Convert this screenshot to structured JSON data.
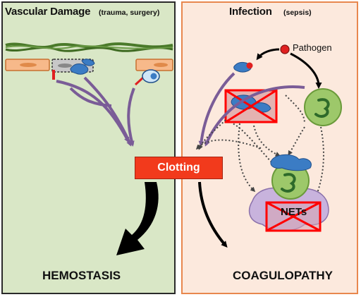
{
  "vascular_damage": {
    "title": "Vascular Damage",
    "subtitle": "(trauma, surgery)",
    "outcome": "HEMOSTASIS"
  },
  "infection": {
    "title": "Infection",
    "subtitle": "(sepsis)",
    "pathogen_label": "Pathogen",
    "net_label": "NETs",
    "outcome": "COAGULOPATHY"
  },
  "clotting": {
    "label": "Clotting"
  },
  "colors": {
    "left_panel": "#d9e7c6",
    "right_panel": "#fce9dd",
    "clotting": "#f23a1c",
    "pathway_arrows": "#7a5c97",
    "outcome_arrows": "#000000",
    "inhibited_cross": "#ff0000",
    "platelet": "#3b7cc4",
    "neutrophil": "#9dc86a"
  }
}
